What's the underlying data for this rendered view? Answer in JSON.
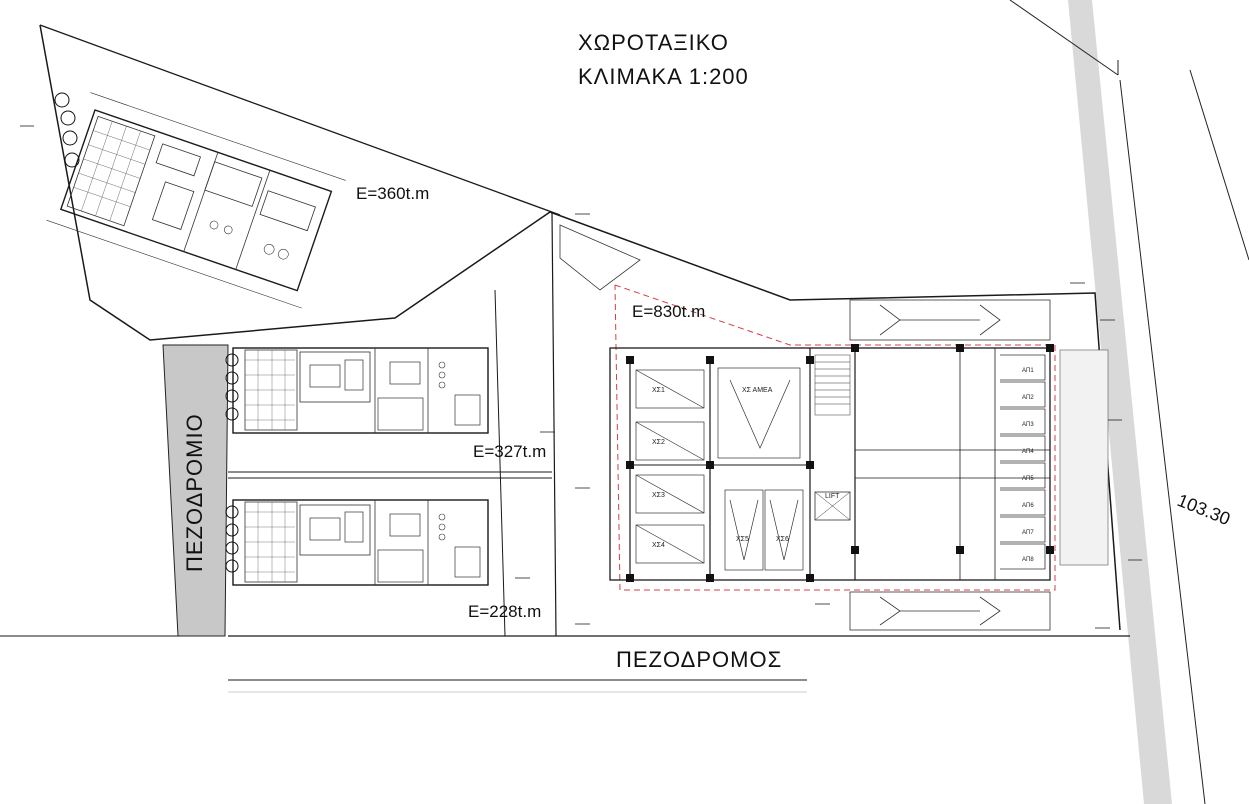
{
  "header": {
    "title": "ΧΩΡΟΤΑΞΙΚΟ",
    "scale": "ΚΛΙΜΑΚΑ 1:200"
  },
  "areas": {
    "top_house": "E=360t.m",
    "apartments": "E=830t.m",
    "middle_house": "E=327t.m",
    "lower_house": "E=228t.m"
  },
  "streets": {
    "bottom": "ΠΕΖΟΔΡΟΜΟΣ",
    "left": "ΠΕΖΟΔΡΟΜΙΟ"
  },
  "elevation": "103.30",
  "parking": {
    "spaces": [
      "ΧΣ1",
      "ΧΣ2",
      "ΧΣ3",
      "ΧΣ4",
      "ΧΣ ΑΜΕΑ",
      "ΧΣ5",
      "ΧΣ6"
    ],
    "storage": [
      "ΑΠ1",
      "ΑΠ2",
      "ΑΠ3",
      "ΑΠ4",
      "ΑΠ5",
      "ΑΠ6",
      "ΑΠ7",
      "ΑΠ8"
    ],
    "lift": "LIFT"
  },
  "colors": {
    "line": "#1a1a1a",
    "road": "#d9d9d9",
    "street_fill": "#c8c8c8",
    "boundary_dashed": "#d0404a"
  }
}
